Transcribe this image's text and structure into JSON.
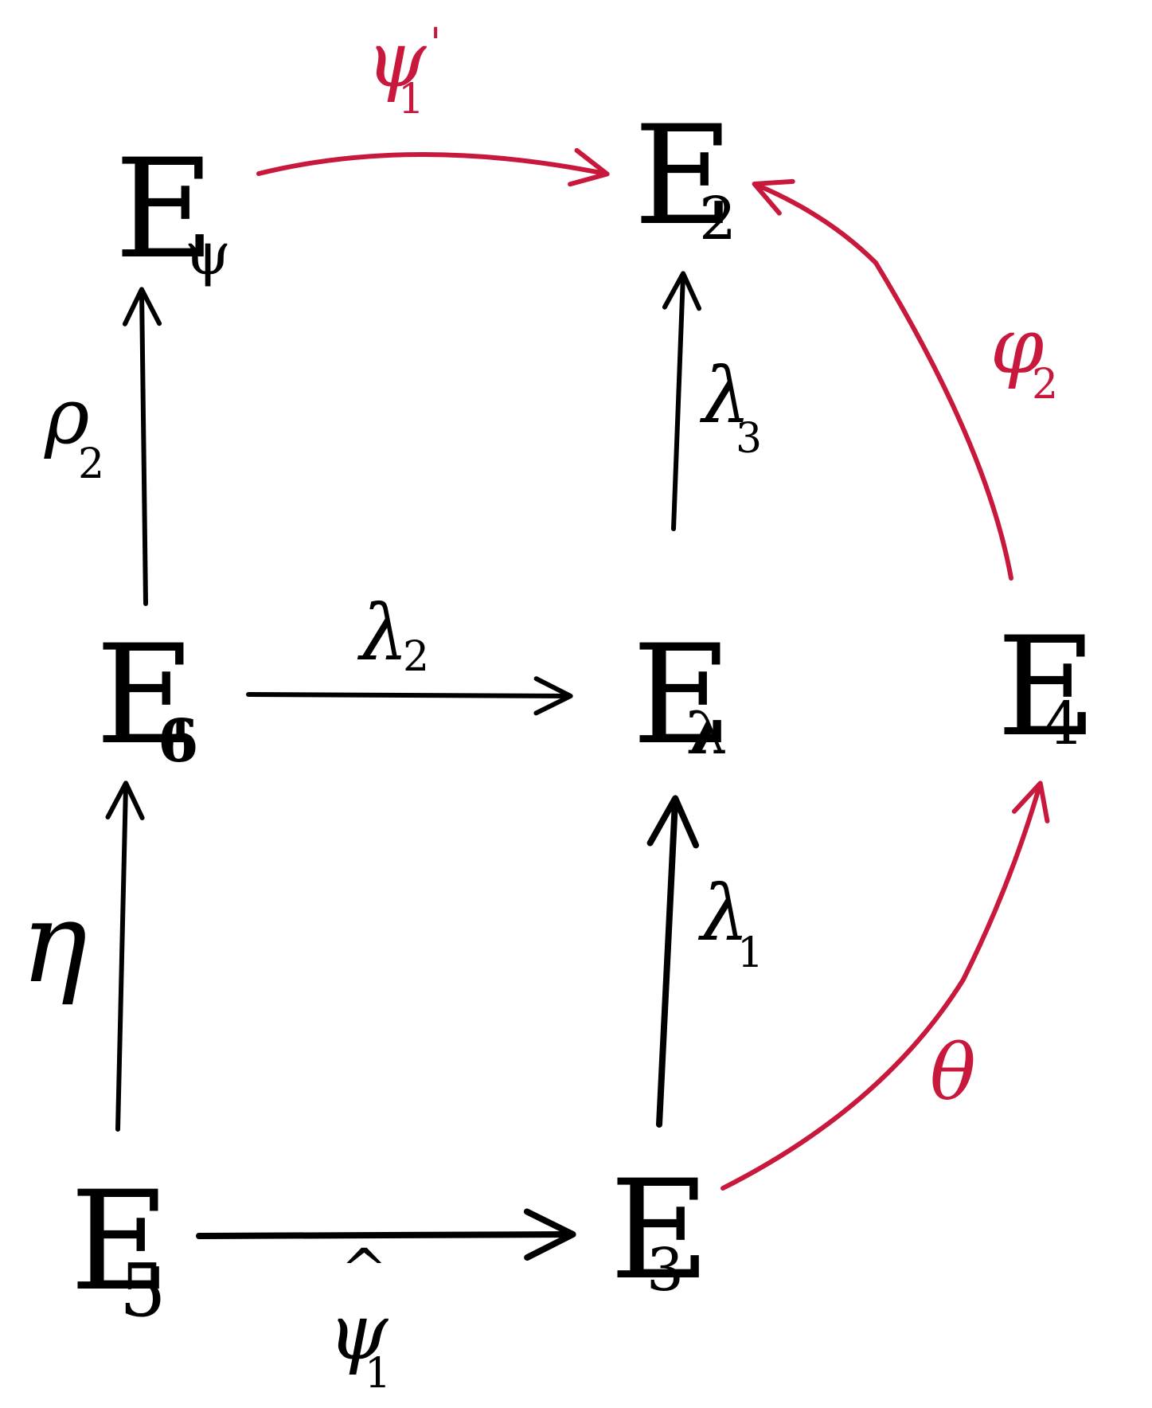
{
  "colors": {
    "ink": "#000000",
    "highlight": "#c8183c"
  },
  "nodes": {
    "e_psi": {
      "base": "E",
      "sub": "ψ"
    },
    "e_2": {
      "base": "E",
      "sub": "2"
    },
    "e_6": {
      "base": "E",
      "sub": "6"
    },
    "e_lambda": {
      "base": "E",
      "sub": "λ"
    },
    "e_4": {
      "base": "E",
      "sub": "4"
    },
    "e_5": {
      "base": "E",
      "sub": "5"
    },
    "e_3": {
      "base": "E",
      "sub": "3"
    }
  },
  "edges": {
    "psi1_prime": {
      "from": "E_ψ",
      "to": "E_2",
      "symbol": "ψ",
      "sub": "1",
      "sup": "'",
      "color": "red"
    },
    "phi2": {
      "from": "E_4",
      "to": "E_2",
      "symbol": "φ",
      "sub": "2",
      "color": "red"
    },
    "theta": {
      "from": "E_3",
      "to": "E_4",
      "symbol": "θ",
      "color": "red"
    },
    "rho2": {
      "from": "E_6",
      "to": "E_ψ",
      "symbol": "ρ",
      "sub": "2",
      "color": "black"
    },
    "lambda3": {
      "from": "E_λ",
      "to": "E_2",
      "symbol": "λ",
      "sub": "3",
      "color": "black"
    },
    "lambda2": {
      "from": "E_6",
      "to": "E_λ",
      "symbol": "λ",
      "sub": "2",
      "color": "black"
    },
    "eta": {
      "from": "E_5",
      "to": "E_6",
      "symbol": "η",
      "color": "black"
    },
    "lambda1": {
      "from": "E_3",
      "to": "E_λ",
      "symbol": "λ",
      "sub": "1",
      "color": "black"
    },
    "psi1_hat": {
      "from": "E_5",
      "to": "E_3",
      "symbol": "ψ",
      "accent": "^",
      "sub": "1",
      "color": "black"
    }
  }
}
